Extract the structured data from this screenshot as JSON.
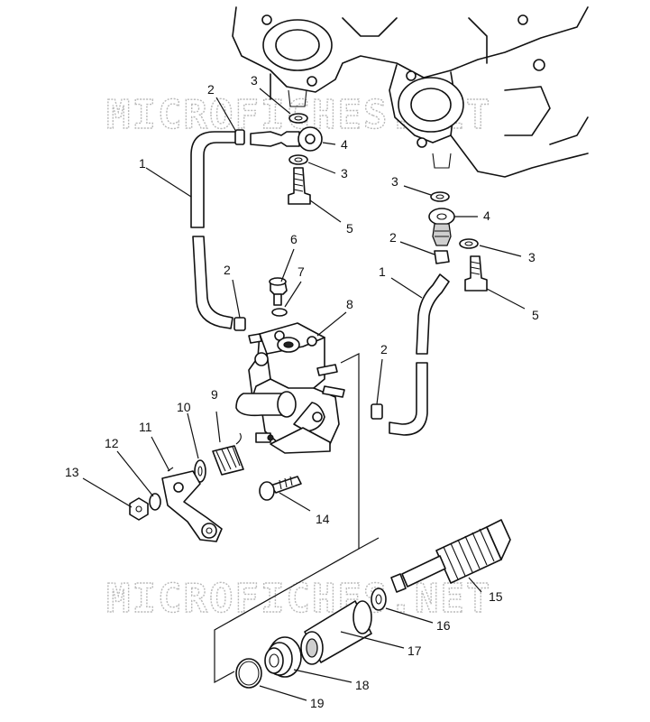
{
  "watermarks": [
    "MICROFICHES.NET",
    "MICROFICHES.NET"
  ],
  "callouts": [
    {
      "id": "c1a",
      "text": "1"
    },
    {
      "id": "c2a",
      "text": "2"
    },
    {
      "id": "c3a",
      "text": "3"
    },
    {
      "id": "c4a",
      "text": "4"
    },
    {
      "id": "c3b",
      "text": "3"
    },
    {
      "id": "c5a",
      "text": "5"
    },
    {
      "id": "c3c",
      "text": "3"
    },
    {
      "id": "c4b",
      "text": "4"
    },
    {
      "id": "c2b",
      "text": "2"
    },
    {
      "id": "c3d",
      "text": "3"
    },
    {
      "id": "c1b",
      "text": "1"
    },
    {
      "id": "c5b",
      "text": "5"
    },
    {
      "id": "c6",
      "text": "6"
    },
    {
      "id": "c2c",
      "text": "2"
    },
    {
      "id": "c7",
      "text": "7"
    },
    {
      "id": "c8",
      "text": "8"
    },
    {
      "id": "c2d",
      "text": "2"
    },
    {
      "id": "c9",
      "text": "9"
    },
    {
      "id": "c10",
      "text": "10"
    },
    {
      "id": "c11",
      "text": "11"
    },
    {
      "id": "c12",
      "text": "12"
    },
    {
      "id": "c13",
      "text": "13"
    },
    {
      "id": "c14",
      "text": "14"
    },
    {
      "id": "c15",
      "text": "15"
    },
    {
      "id": "c16",
      "text": "16"
    },
    {
      "id": "c17",
      "text": "17"
    },
    {
      "id": "c18",
      "text": "18"
    },
    {
      "id": "c19",
      "text": "19"
    }
  ]
}
